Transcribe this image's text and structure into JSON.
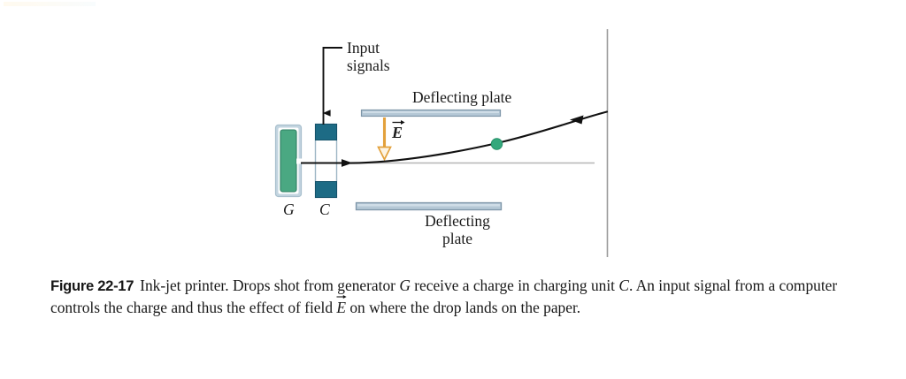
{
  "figure": {
    "labels": {
      "input_line1": "Input",
      "input_line2": "signals",
      "deflecting_plate_top": "Deflecting plate",
      "deflecting_plate_bottom_line1": "Deflecting",
      "deflecting_plate_bottom_line2": "plate",
      "generator": "G",
      "charging_unit": "C",
      "field_vector": "E"
    },
    "colors": {
      "generator_fill": "#4aa882",
      "generator_frame": "#b8cdd9",
      "charging_block": "#1d6b85",
      "plate_fill": "#b5c8d6",
      "plate_border": "#7d95a8",
      "field_arrow": "#e3a13c",
      "drop": "#34a87c",
      "trajectory": "#111111",
      "axis_line": "#b3b3b3",
      "paper_line": "#9a9a9a"
    }
  },
  "caption": {
    "figure_number": "Figure 22-17",
    "text_part_1": "Ink-jet printer. Drops shot from generator ",
    "italic_1": "G",
    "text_part_2": " receive a charge in charging unit ",
    "italic_2": "C",
    "text_part_3": ". An input signal from a computer controls the charge and thus the effect of field ",
    "italic_3": "E",
    "text_part_4": " on where the drop lands on the paper."
  }
}
